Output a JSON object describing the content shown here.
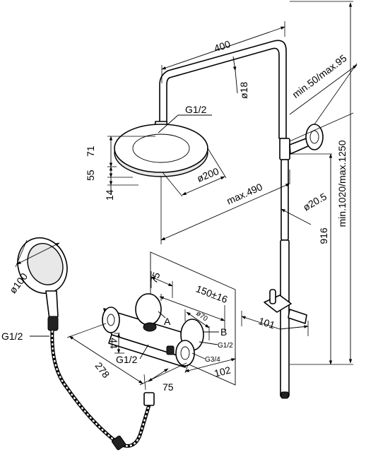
{
  "labels": {
    "arm_length": "400",
    "arm_dia": "ø18",
    "head_conn": "G1/2",
    "head_h1": "71",
    "head_h2": "55",
    "head_h3": "14",
    "head_dia": "ø200",
    "max_span": "max.490",
    "wall_dist": "min.50/max.95",
    "rail_dia": "ø20.5",
    "rail_height": "min.1020/max.1250",
    "rail_len": "916",
    "hand_dia": "ø100",
    "hose_conn": "G1/2",
    "valve_d75": "75",
    "valve_spacing": "150±16",
    "valve_d70": "ø70",
    "valve_a": "A",
    "valve_b": "B",
    "valve_g12": "G1/2",
    "valve_g34": "G3/4",
    "valve_44": "44",
    "valve_outlet": "G1/2",
    "valve_278": "278",
    "valve_75b": "75",
    "valve_102": "102",
    "holder_101": "101"
  }
}
